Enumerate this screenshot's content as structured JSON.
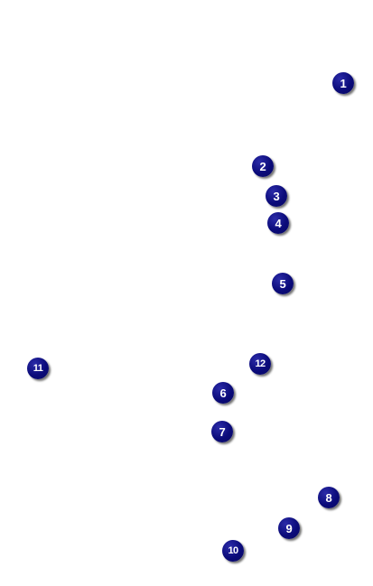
{
  "markers": [
    {
      "label": "1"
    },
    {
      "label": "2"
    },
    {
      "label": "3"
    },
    {
      "label": "4"
    },
    {
      "label": "5"
    },
    {
      "label": "6"
    },
    {
      "label": "7"
    },
    {
      "label": "8"
    },
    {
      "label": "9"
    },
    {
      "label": "10"
    },
    {
      "label": "11"
    },
    {
      "label": "12"
    }
  ],
  "colors": {
    "background": "#ffffff",
    "marker_fill": "#0b0b7a",
    "marker_text": "#ffffff"
  }
}
